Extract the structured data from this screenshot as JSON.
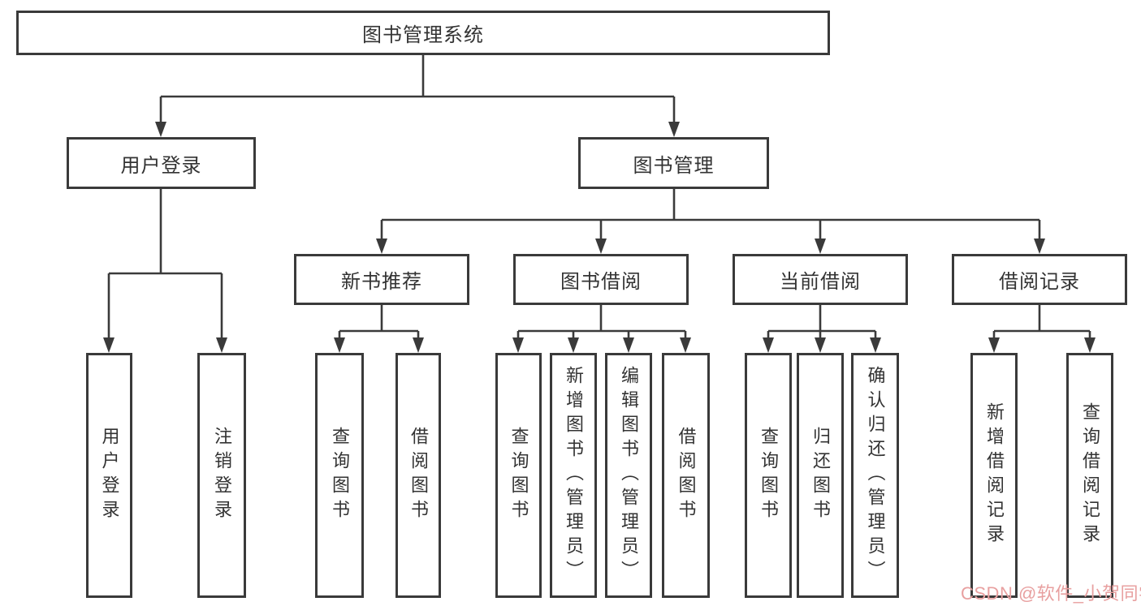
{
  "diagram": {
    "watermark": "CSDN @软件_小贺同学",
    "colors": {
      "line": "#3a3a3a",
      "text": "#333333",
      "background": "#ffffff",
      "watermark": "#e8a0a0"
    },
    "tree": {
      "label": "图书管理系统",
      "children": [
        {
          "label": "用户登录",
          "children": [
            {
              "label": "用户登录"
            },
            {
              "label": "注销登录"
            }
          ]
        },
        {
          "label": "图书管理",
          "children": [
            {
              "label": "新书推荐",
              "children": [
                {
                  "label": "查询图书"
                },
                {
                  "label": "借阅图书"
                }
              ]
            },
            {
              "label": "图书借阅",
              "children": [
                {
                  "label": "查询图书"
                },
                {
                  "label": "新增图书（管理员）"
                },
                {
                  "label": "编辑图书（管理员）"
                },
                {
                  "label": "借阅图书"
                }
              ]
            },
            {
              "label": "当前借阅",
              "children": [
                {
                  "label": "查询图书"
                },
                {
                  "label": "归还图书"
                },
                {
                  "label": "确认归还（管理员）"
                }
              ]
            },
            {
              "label": "借阅记录",
              "children": [
                {
                  "label": "新增借阅记录"
                },
                {
                  "label": "查询借阅记录"
                }
              ]
            }
          ]
        }
      ]
    }
  }
}
